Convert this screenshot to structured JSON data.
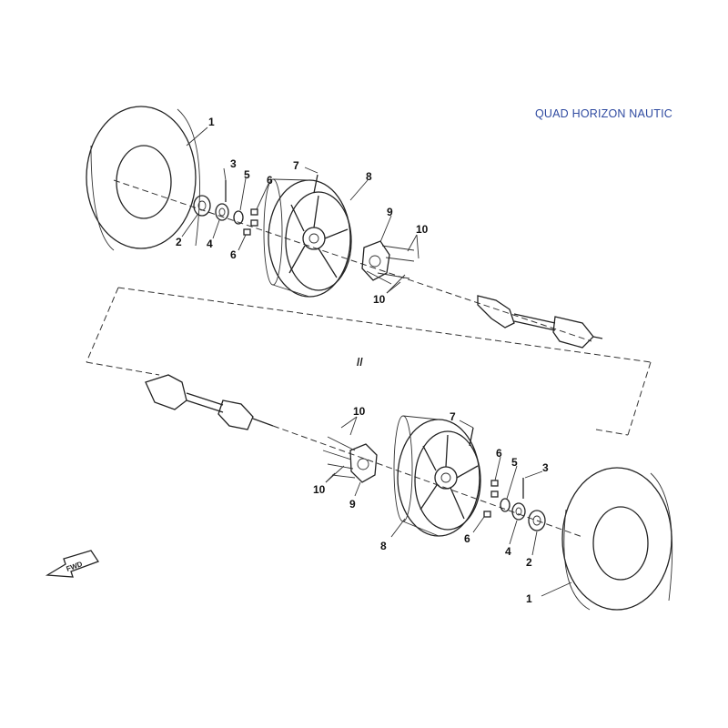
{
  "brand": {
    "text": "QUAD HORIZON NAUTIC",
    "color": "#2f4aa0"
  },
  "direction_indicator": {
    "label": "FWD"
  },
  "break_mark": "//",
  "callouts_upper": [
    "1",
    "2",
    "3",
    "4",
    "5",
    "6",
    "6",
    "7",
    "8",
    "9",
    "10",
    "10"
  ],
  "callouts_lower": [
    "1",
    "2",
    "3",
    "4",
    "5",
    "6",
    "6",
    "7",
    "8",
    "9",
    "10",
    "10"
  ]
}
